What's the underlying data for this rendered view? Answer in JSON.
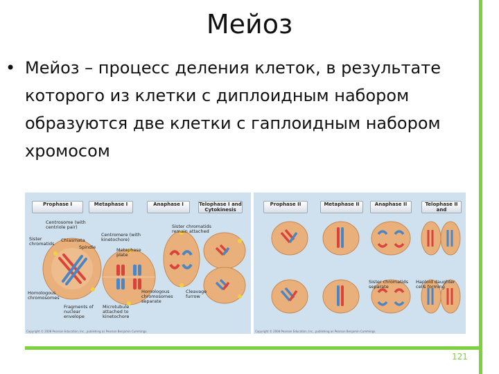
{
  "title": "Мейоз",
  "bullet": {
    "marker": "•",
    "lines": [
      "Мейоз – процесс деления клеток, в результате",
      "которого из клетки с диплоидным набором",
      "образуются две клетки с гаплоидным набором",
      "хромосом"
    ]
  },
  "figure": {
    "meiosis1": {
      "phases": [
        "Prophase I",
        "Metaphase I",
        "Anaphase I",
        "Telophase I and Cytokinesis"
      ],
      "annotations": [
        "Centrosome (with centriole pair)",
        "Sister chromatids",
        "Chiasmata",
        "Spindle",
        "Homologous chromosomes",
        "Fragments of nuclear envelope",
        "Centromere (with kinetochore)",
        "Metaphase plate",
        "Microtubule attached to kinetochore",
        "Sister chromatids remain attached",
        "Homologous chromosomes separate",
        "Cleavage furrow"
      ],
      "credit": "Copyright © 2008 Pearson Education, Inc., publishing as Pearson Benjamin Cummings."
    },
    "meiosis2": {
      "phases": [
        "Prophase II",
        "Metaphase II",
        "Anaphase II",
        "Telophase II and Cytokinesis"
      ],
      "annotations": [
        "Sister chromatids separate",
        "Haploid daughter cells forming"
      ],
      "credit": "Copyright © 2008 Pearson Education, Inc., publishing as Pearson Benjamin Cummings."
    }
  },
  "page_number": "121",
  "colors": {
    "accent_green": "#7ed13d",
    "cell": "#e9b07c",
    "chrom_red": "#d9433b",
    "chrom_blue": "#4a86c5"
  }
}
